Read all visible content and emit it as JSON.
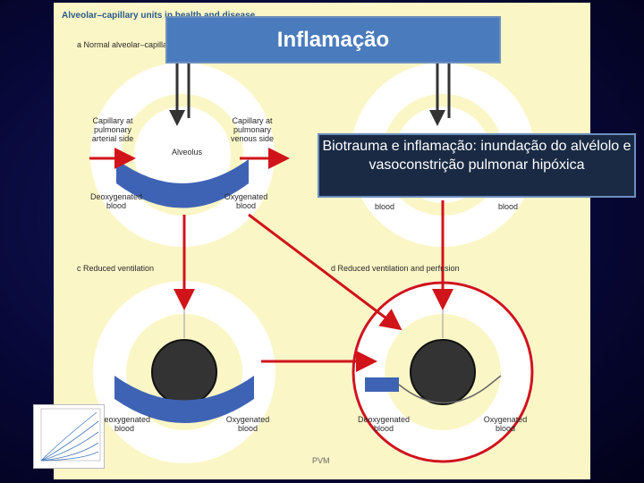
{
  "heading": "Alveolar–capillary units in health and disease",
  "banner": {
    "title": "Inflamação"
  },
  "callout": {
    "text": "Biotrauma e inflamação: inundação do alvélolo e vasoconstrição pulmonar hipóxica"
  },
  "panels": {
    "a": {
      "section_label": "a Normal alveolar–capillary",
      "capillary_arterial": "Capillary at pulmonary arterial side",
      "capillary_venous": "Capillary at pulmonary venous side",
      "alveolus": "Alveolus",
      "deoxygenated": "Deoxygenated blood",
      "oxygenated": "Oxygenated blood"
    },
    "b": {
      "deoxygenated": "blood",
      "oxygenated": "blood"
    },
    "c": {
      "section_label": "c Reduced ventilation",
      "deoxygenated": "Deoxygenated blood",
      "oxygenated": "Oxygenated blood"
    },
    "d": {
      "section_label": "d Reduced ventilation and perfusion",
      "deoxygenated": "Deoxygenated blood",
      "oxygenated": "Oxygenated blood"
    }
  },
  "footer": "PVM",
  "colors": {
    "panel_bg": "#fbf6c6",
    "vessel": "#3f63b4",
    "arrow_red": "#d0141a",
    "banner": "#4a7bbd",
    "callout": "#1a2a44"
  }
}
